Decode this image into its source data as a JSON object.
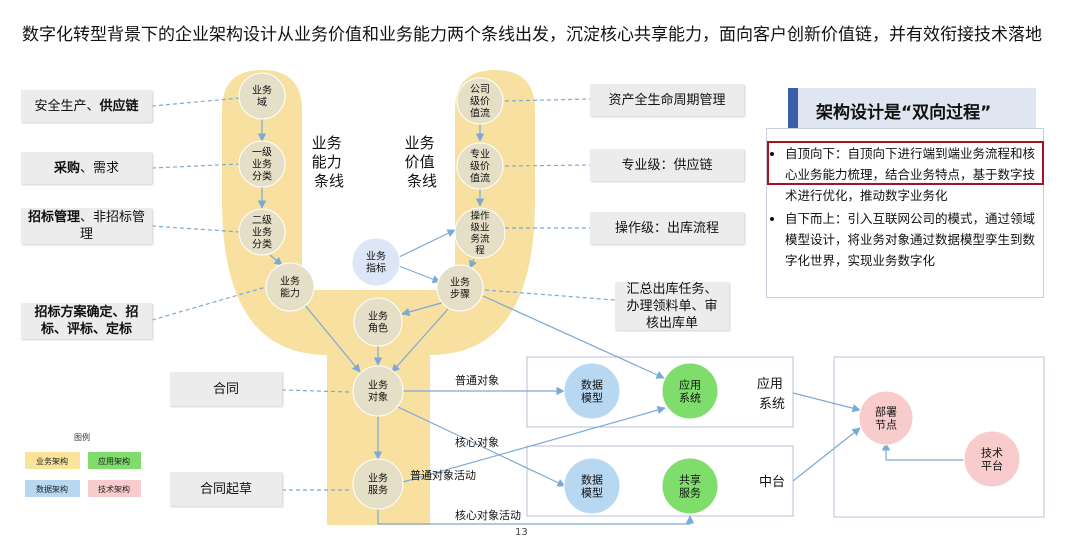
{
  "title": "数字化转型背景下的企业架构设计从业务价值和业务能力两个条线出发，沉淀核心共享能力，面向客户创新价值链，并有效衔接技术落地",
  "left_branch_label": [
    "业务",
    "能力",
    "条线"
  ],
  "right_branch_label": [
    "业务",
    "价值",
    "条线"
  ],
  "nodes": {
    "n_domain": [
      "业务",
      "域"
    ],
    "n_l1": [
      "一级",
      "业务",
      "分类"
    ],
    "n_l2": [
      "二级",
      "业务",
      "分类"
    ],
    "n_ability": [
      "业务",
      "能力"
    ],
    "n_role": [
      "业务",
      "角色"
    ],
    "n_object": [
      "业务",
      "对象"
    ],
    "n_service": [
      "业务",
      "服务"
    ],
    "n_company": [
      "公司",
      "级价",
      "值流"
    ],
    "n_prof": [
      "专业",
      "级价",
      "值流"
    ],
    "n_op": [
      "操作",
      "级业",
      "务流",
      "程"
    ],
    "n_step": [
      "业务",
      "步骤"
    ],
    "n_indicator": [
      "业务",
      "指标"
    ],
    "n_dm1": [
      "数据",
      "模型"
    ],
    "n_app": [
      "应用",
      "系统"
    ],
    "n_dm2": [
      "数据",
      "模型"
    ],
    "n_shared": [
      "共享",
      "服务"
    ],
    "n_deploy": [
      "部署",
      "节点"
    ],
    "n_tech": [
      "技术",
      "平台"
    ]
  },
  "left_boxes": [
    [
      "安全生产、",
      "供应链"
    ],
    [
      "采购",
      "、需求"
    ],
    [
      "招标管理",
      "、非招标管理"
    ],
    [
      "招标方案确定、招标、评标、定标",
      ""
    ],
    [
      "合同",
      ""
    ],
    [
      "合同起草",
      ""
    ]
  ],
  "right_boxes": [
    "资产全生命周期管理",
    "专业级：供应链",
    "操作级：出库流程",
    "汇总出库任务、办理领料单、审核出库单"
  ],
  "frame_labels": {
    "app_system": [
      "应用",
      "系统"
    ],
    "middle": "中台"
  },
  "edge_labels": {
    "normal_object": "普通对象",
    "core_object": "核心对象",
    "normal_activity": "普通对象活动",
    "core_activity": "核心对象活动"
  },
  "page_number": "13",
  "legend": {
    "title": "图例",
    "items": [
      {
        "label": "业务架构",
        "color": "#f9e49a"
      },
      {
        "label": "应用架构",
        "color": "#7fdd6c"
      },
      {
        "label": "数据架构",
        "color": "#b8d8f2"
      },
      {
        "label": "技术架构",
        "color": "#f8cccc"
      }
    ]
  },
  "panel": {
    "heading": "架构设计是“双向过程”",
    "items": [
      "自顶向下：自顶向下进行端到端业务流程和核心业务能力梳理，结合业务特点，基于数字技术进行优化，推动数字业务化",
      "自下而上：引入互联网公司的模式，通过领域模型设计，将业务对象通过数据模型孪生到数字化世界，实现业务数字化"
    ]
  },
  "colors": {
    "business": "#f7e0a0",
    "business_node": "#e6dfc7",
    "application": "#7fdd6c",
    "data": "#b8d8f2",
    "technology": "#f8cccc",
    "connector": "#7aaad6",
    "highlight": "#a3141e",
    "panel_accent": "#3a5fa8"
  }
}
